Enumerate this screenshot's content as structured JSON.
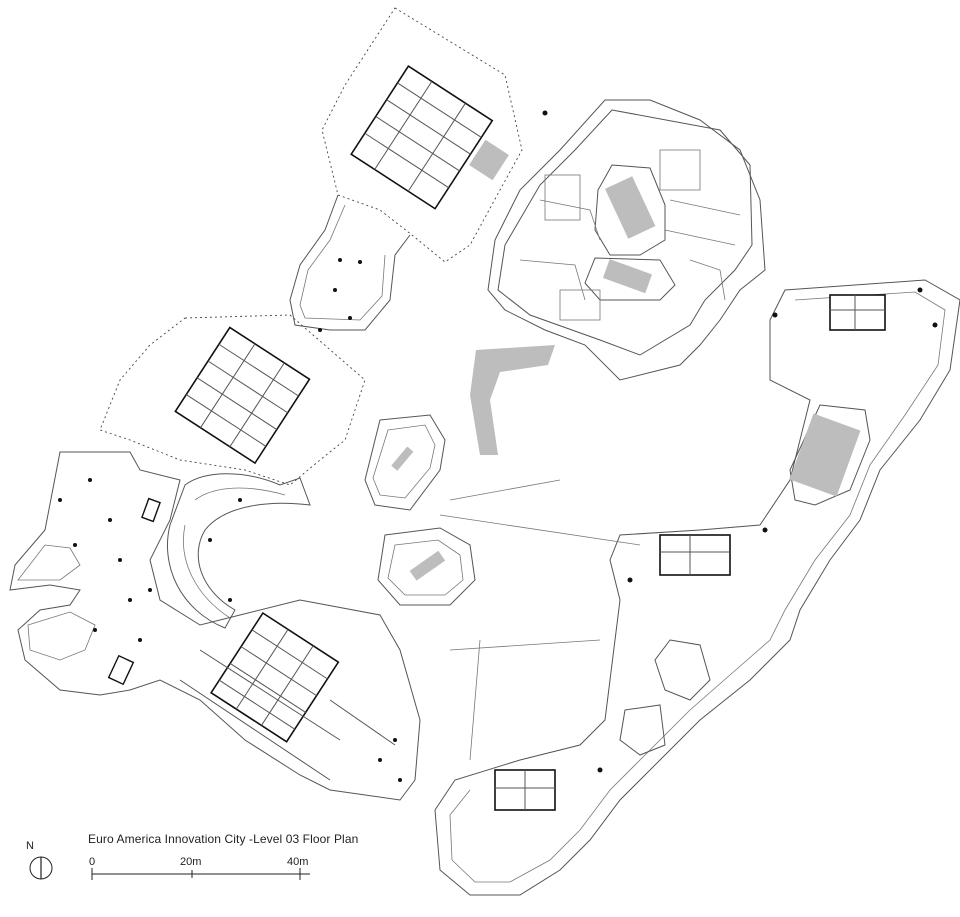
{
  "caption": {
    "title": "Euro America Innovation City  -Level 03 Floor Plan"
  },
  "north_arrow": {
    "label": "N"
  },
  "scale_bar": {
    "labels": [
      "0",
      "20m",
      "40m"
    ]
  },
  "colors": {
    "line": "#555555",
    "wall": "#111111",
    "hatch": "#bdbdbd",
    "background": "#ffffff"
  }
}
